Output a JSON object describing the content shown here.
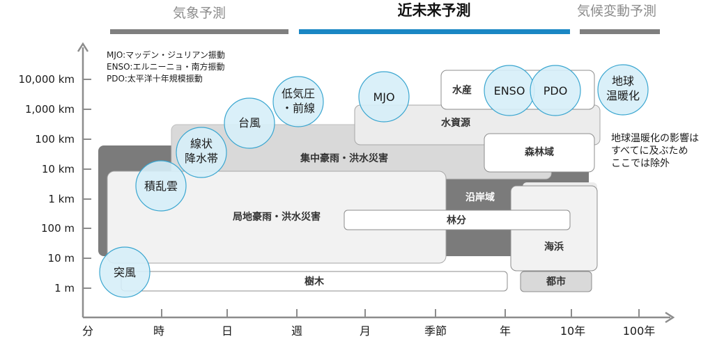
{
  "header": {
    "weather": "気象予測",
    "near_future": "近未来予測",
    "climate": "気候変動予測"
  },
  "colors": {
    "weather_bar": "#7f7f7f",
    "near_future_bar": "#1a87c4",
    "climate_bar": "#7f7f7f",
    "dark_gray": "#7b7b7b",
    "mid_gray": "#d9d9d9",
    "light_gray": "#f2f2f2",
    "bubble_fill": "#d6eef8",
    "bubble_stroke": "#3aa6d0",
    "text": "#1a1a1a"
  },
  "legend": {
    "lines": [
      "MJO:マッデン・ジュリアン振動",
      "ENSO:エルニーニョ・南方振動",
      "PDO:太平洋十年規模振動"
    ]
  },
  "y_axis": {
    "ticks": [
      "10,000 km",
      "1,000 km",
      "100 km",
      "10 km",
      "1 km",
      "100 m",
      "10 m",
      "1 m"
    ]
  },
  "x_axis": {
    "ticks": [
      "分",
      "時",
      "日",
      "週",
      "月",
      "季節",
      "年",
      "10年",
      "100年"
    ]
  },
  "regions": {
    "coastal": "沿岸域",
    "intense_rain": "集中豪雨・洪水災害",
    "local_rain": "局地豪雨・洪水災害",
    "water_resources": "水資源",
    "fisheries": "水産",
    "forest": "森林域",
    "forest_stand": "林分",
    "beach": "海浜",
    "trees": "樹木",
    "city": "都市"
  },
  "bubbles": {
    "gust": "突風",
    "cumulonimbus": "積乱雲",
    "linear_rainband": [
      "線状",
      "降水帯"
    ],
    "typhoon": "台風",
    "low_pressure": [
      "低気圧",
      "・前線"
    ],
    "mjo": "MJO",
    "enso": "ENSO",
    "pdo": "PDO",
    "global_warming": [
      "地球",
      "温暖化"
    ]
  },
  "note": {
    "lines": [
      "地球温暖化の影響は",
      "すべてに及ぶため",
      "ここでは除外"
    ]
  }
}
